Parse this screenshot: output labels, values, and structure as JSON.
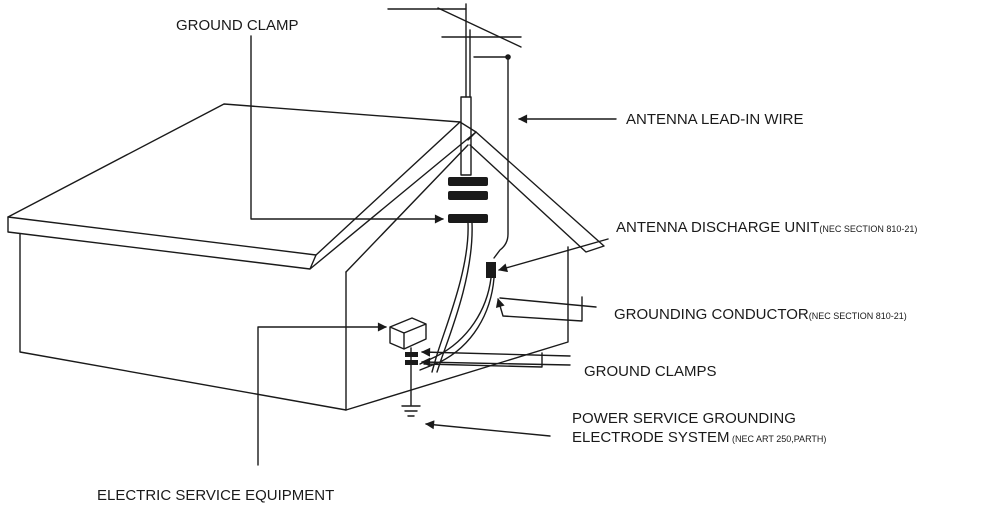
{
  "labels": {
    "ground_clamp": "GROUND CLAMP",
    "antenna_lead_in_wire": "ANTENNA LEAD-IN WIRE",
    "antenna_discharge_unit": "ANTENNA DISCHARGE UNIT",
    "antenna_discharge_unit_ref": "(NEC SECTION 810-21)",
    "grounding_conductor": "GROUNDING CONDUCTOR",
    "grounding_conductor_ref": "(NEC SECTION 810-21)",
    "ground_clamps": "GROUND CLAMPS",
    "power_service_line1": "POWER SERVICE GROUNDING",
    "power_service_line2": "ELECTRODE SYSTEM",
    "power_service_ref": " (NEC ART 250,PARTH)",
    "electric_service_equipment": "ELECTRIC SERVICE EQUIPMENT"
  },
  "colors": {
    "ink": "#1a1a1a",
    "background": "#ffffff"
  }
}
